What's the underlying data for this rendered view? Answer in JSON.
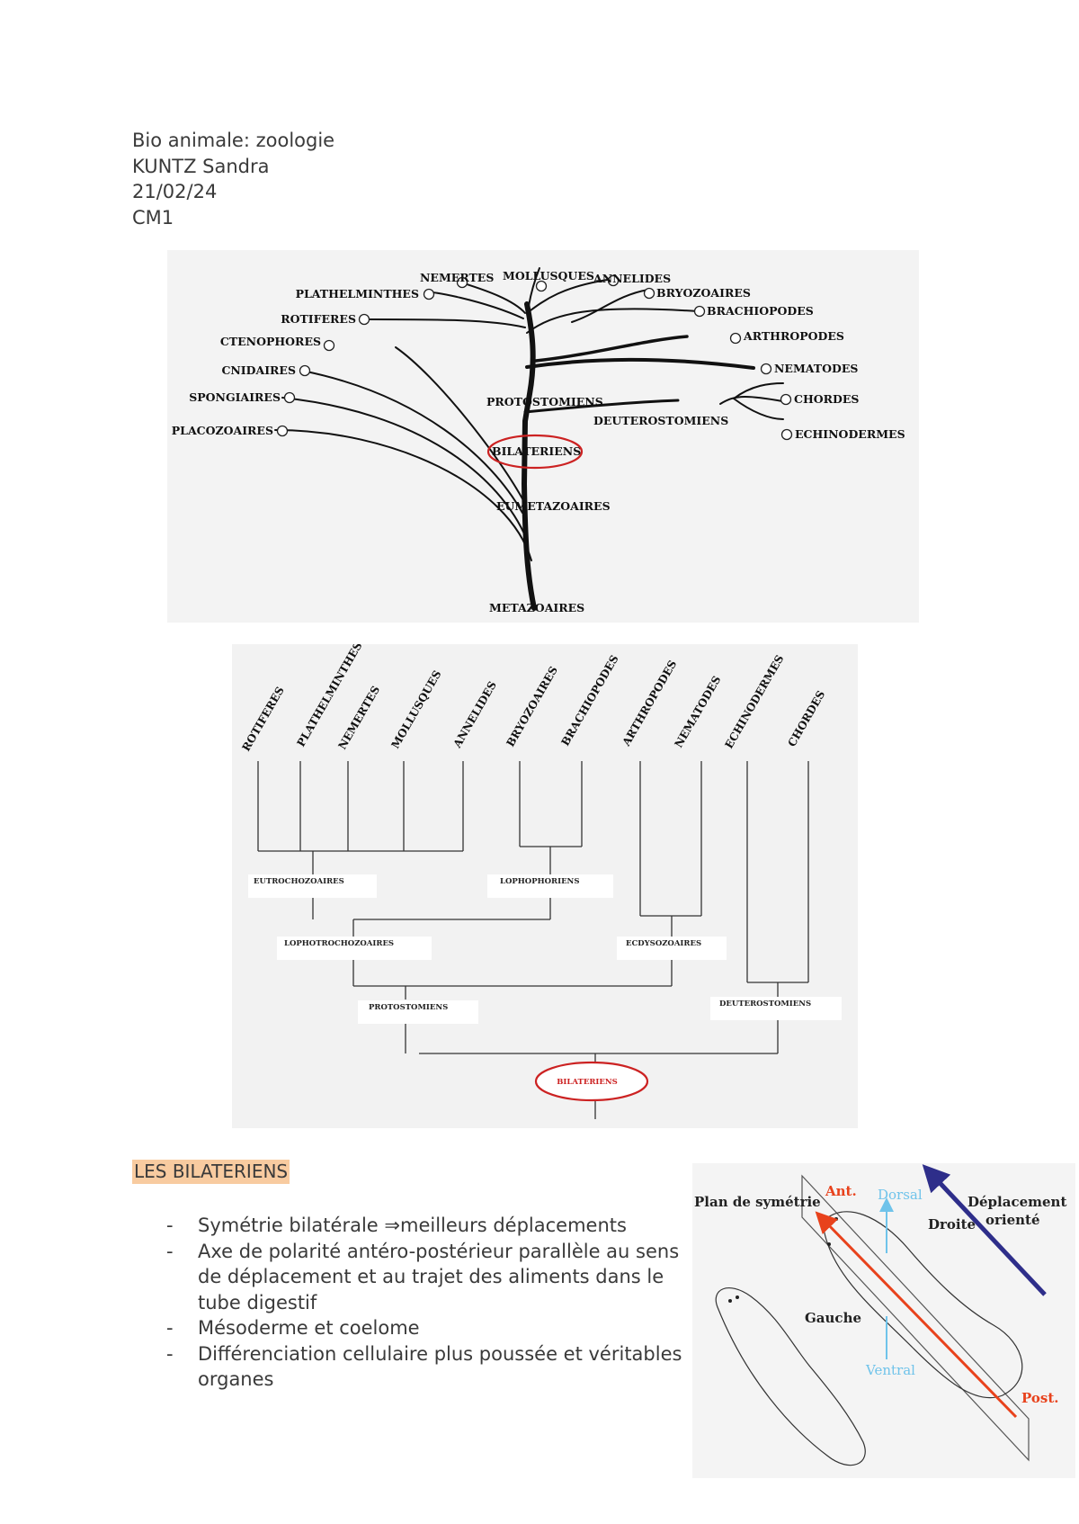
{
  "header": {
    "course": "Bio animale: zoologie",
    "teacher": "KUNTZ Sandra",
    "date": "21/02/24",
    "session": "CM1"
  },
  "tree1": {
    "leaves": [
      "NEMERTES",
      "MOLLUSQUES",
      "ANNELIDES",
      "PLATHELMINTHES",
      "BRYOZOAIRES",
      "ROTIFERES",
      "BRACHIOPODES",
      "CTENOPHORES",
      "ARTHROPODES",
      "CNIDAIRES",
      "NEMATODES",
      "SPONGIAIRES",
      "CHORDES",
      "PLACOZOAIRES",
      "ECHINODERMES"
    ],
    "nodes": {
      "protostomiens": "PROTOSTOMIENS",
      "deuterostomiens": "DEUTEROSTOMIENS",
      "bilateriens": "BILATERIENS",
      "eumetazoaires": "EUMETAZOAIRES",
      "metazoaires": "METAZOAIRES"
    },
    "highlight_color": "#cc2222"
  },
  "tree2": {
    "leaves": [
      "ROTIFERES",
      "PLATHELMINTHES",
      "NEMERTES",
      "MOLLUSQUES",
      "ANNELIDES",
      "BRYOZOAIRES",
      "BRACHIOPODES",
      "ARTHROPODES",
      "NEMATODES",
      "ECHINODERMES",
      "CHORDES"
    ],
    "clades": {
      "eutrochozoaires": "EUTROCHOZOAIRES",
      "lophophoriens": "LOPHOPHORIENS",
      "lophotrochozoaires": "LOPHOTROCHOZOAIRES",
      "ecdysozoaires": "ECDYSOZOAIRES",
      "protostomiens": "PROTOSTOMIENS",
      "deuterostomiens": "DEUTEROSTOMIENS",
      "bilateriens": "BILATERIENS"
    }
  },
  "section": {
    "title": "LES BILATERIENS",
    "highlight_color": "#f8cba0",
    "bullets": [
      "Symétrie bilatérale ⇒meilleurs déplacements",
      "Axe de polarité antéro-postérieur parallèle au sens de déplacement et au trajet des aliments dans le tube digestif",
      "Mésoderme et coelome",
      "Différenciation cellulaire plus poussée et véritables organes"
    ]
  },
  "symmetry_figure": {
    "plane_label": "Plan de symétrie",
    "ant": "Ant.",
    "post": "Post.",
    "dorsal": "Dorsal",
    "ventral": "Ventral",
    "droite": "Droite",
    "gauche": "Gauche",
    "movement_line1": "Déplacement",
    "movement_line2": "orienté",
    "colors": {
      "axis": "#e8421c",
      "dorsoventral": "#6fc3ea",
      "movement": "#2e2e8a"
    }
  }
}
